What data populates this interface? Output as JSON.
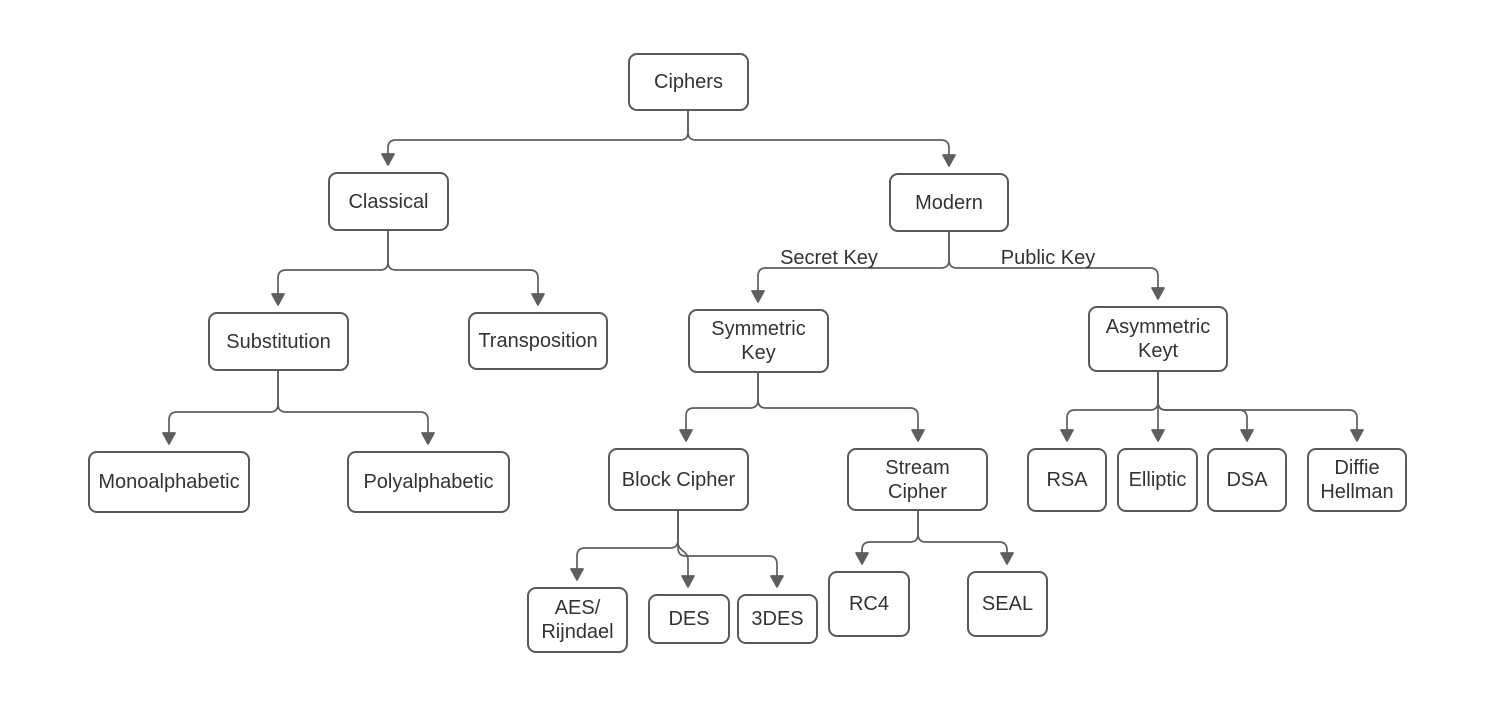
{
  "diagram": {
    "nodes": {
      "ciphers": "Ciphers",
      "classical": "Classical",
      "modern": "Modern",
      "substitution": "Substitution",
      "transposition": "Transposition",
      "symmetric_key": "Symmetric Key",
      "asymmetric_key": "Asymmetric Keyt",
      "monoalphabetic": "Monoalphabetic",
      "polyalphabetic": "Polyalphabetic",
      "block_cipher": "Block Cipher",
      "stream_cipher": "Stream Cipher",
      "aes": "AES/ Rijndael",
      "des": "DES",
      "tdes": "3DES",
      "rc4": "RC4",
      "seal": "SEAL",
      "rsa": "RSA",
      "elliptic": "Elliptic",
      "dsa": "DSA",
      "diffie_hellman": "Diffie Hellman"
    },
    "edge_labels": {
      "secret_key": "Secret Key",
      "public_key": "Public Key"
    },
    "colors": {
      "node_border": "#595959",
      "connector": "#5e5e5e",
      "text": "#333333",
      "background": "#ffffff"
    }
  }
}
